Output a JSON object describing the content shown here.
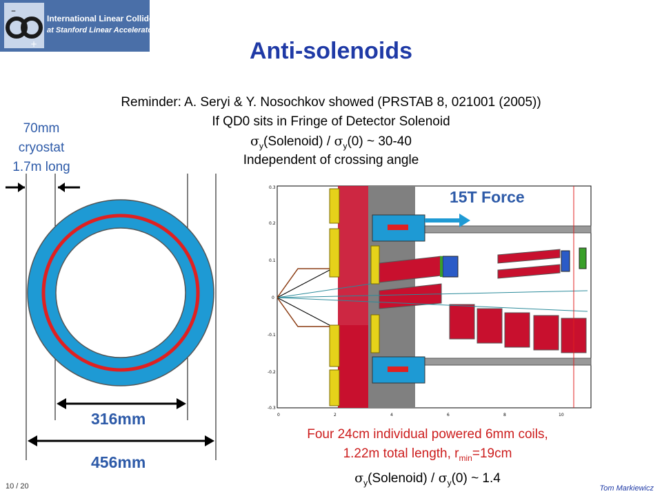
{
  "logo": {
    "line1": "International Linear Collider",
    "line2": "at Stanford Linear Accelerator Center",
    "icon": "ilc-logo-icon"
  },
  "title": "Anti-solenoids",
  "reminder": {
    "line1": "Reminder: A. Seryi & Y. Nosochkov showed (PRSTAB 8, 021001 (2005))",
    "line2": "If QD0 sits in Fringe of Detector Solenoid",
    "line3_rest": "(Solenoid) / ",
    "line3_end": "(0) ~ 30-40",
    "line4": "Independent of crossing angle"
  },
  "cryostat_note": [
    "70mm",
    "cryostat",
    "1.7m long"
  ],
  "dimensions": {
    "inner": "316mm",
    "outer": "456mm"
  },
  "force_label": "15T Force",
  "plot": {
    "y_ticks": [
      "0.3",
      "0.2",
      "0.1",
      "0",
      "-0.1",
      "-0.2",
      "-0.3"
    ],
    "x_ticks": [
      "0",
      "2",
      "4",
      "6",
      "8",
      "10"
    ]
  },
  "coil_note": {
    "line1": "Four 24cm individual powered 6mm coils,",
    "line2_a": "1.22m total length, r",
    "line2_sub": "min",
    "line2_b": "=19cm"
  },
  "sigma_result": {
    "rest": "(Solenoid) / ",
    "end": "(0) ~ 1.4"
  },
  "symbols": {
    "sigma": "σ",
    "y": "y"
  },
  "footer": {
    "page": "10 / 20",
    "author": "Tom Markiewicz"
  },
  "colors": {
    "title": "#1f3aa6",
    "ring": "#1e9ad4",
    "coil": "#e02020",
    "label_blue": "#2d5aa8",
    "note_red": "#cc1c1c"
  }
}
